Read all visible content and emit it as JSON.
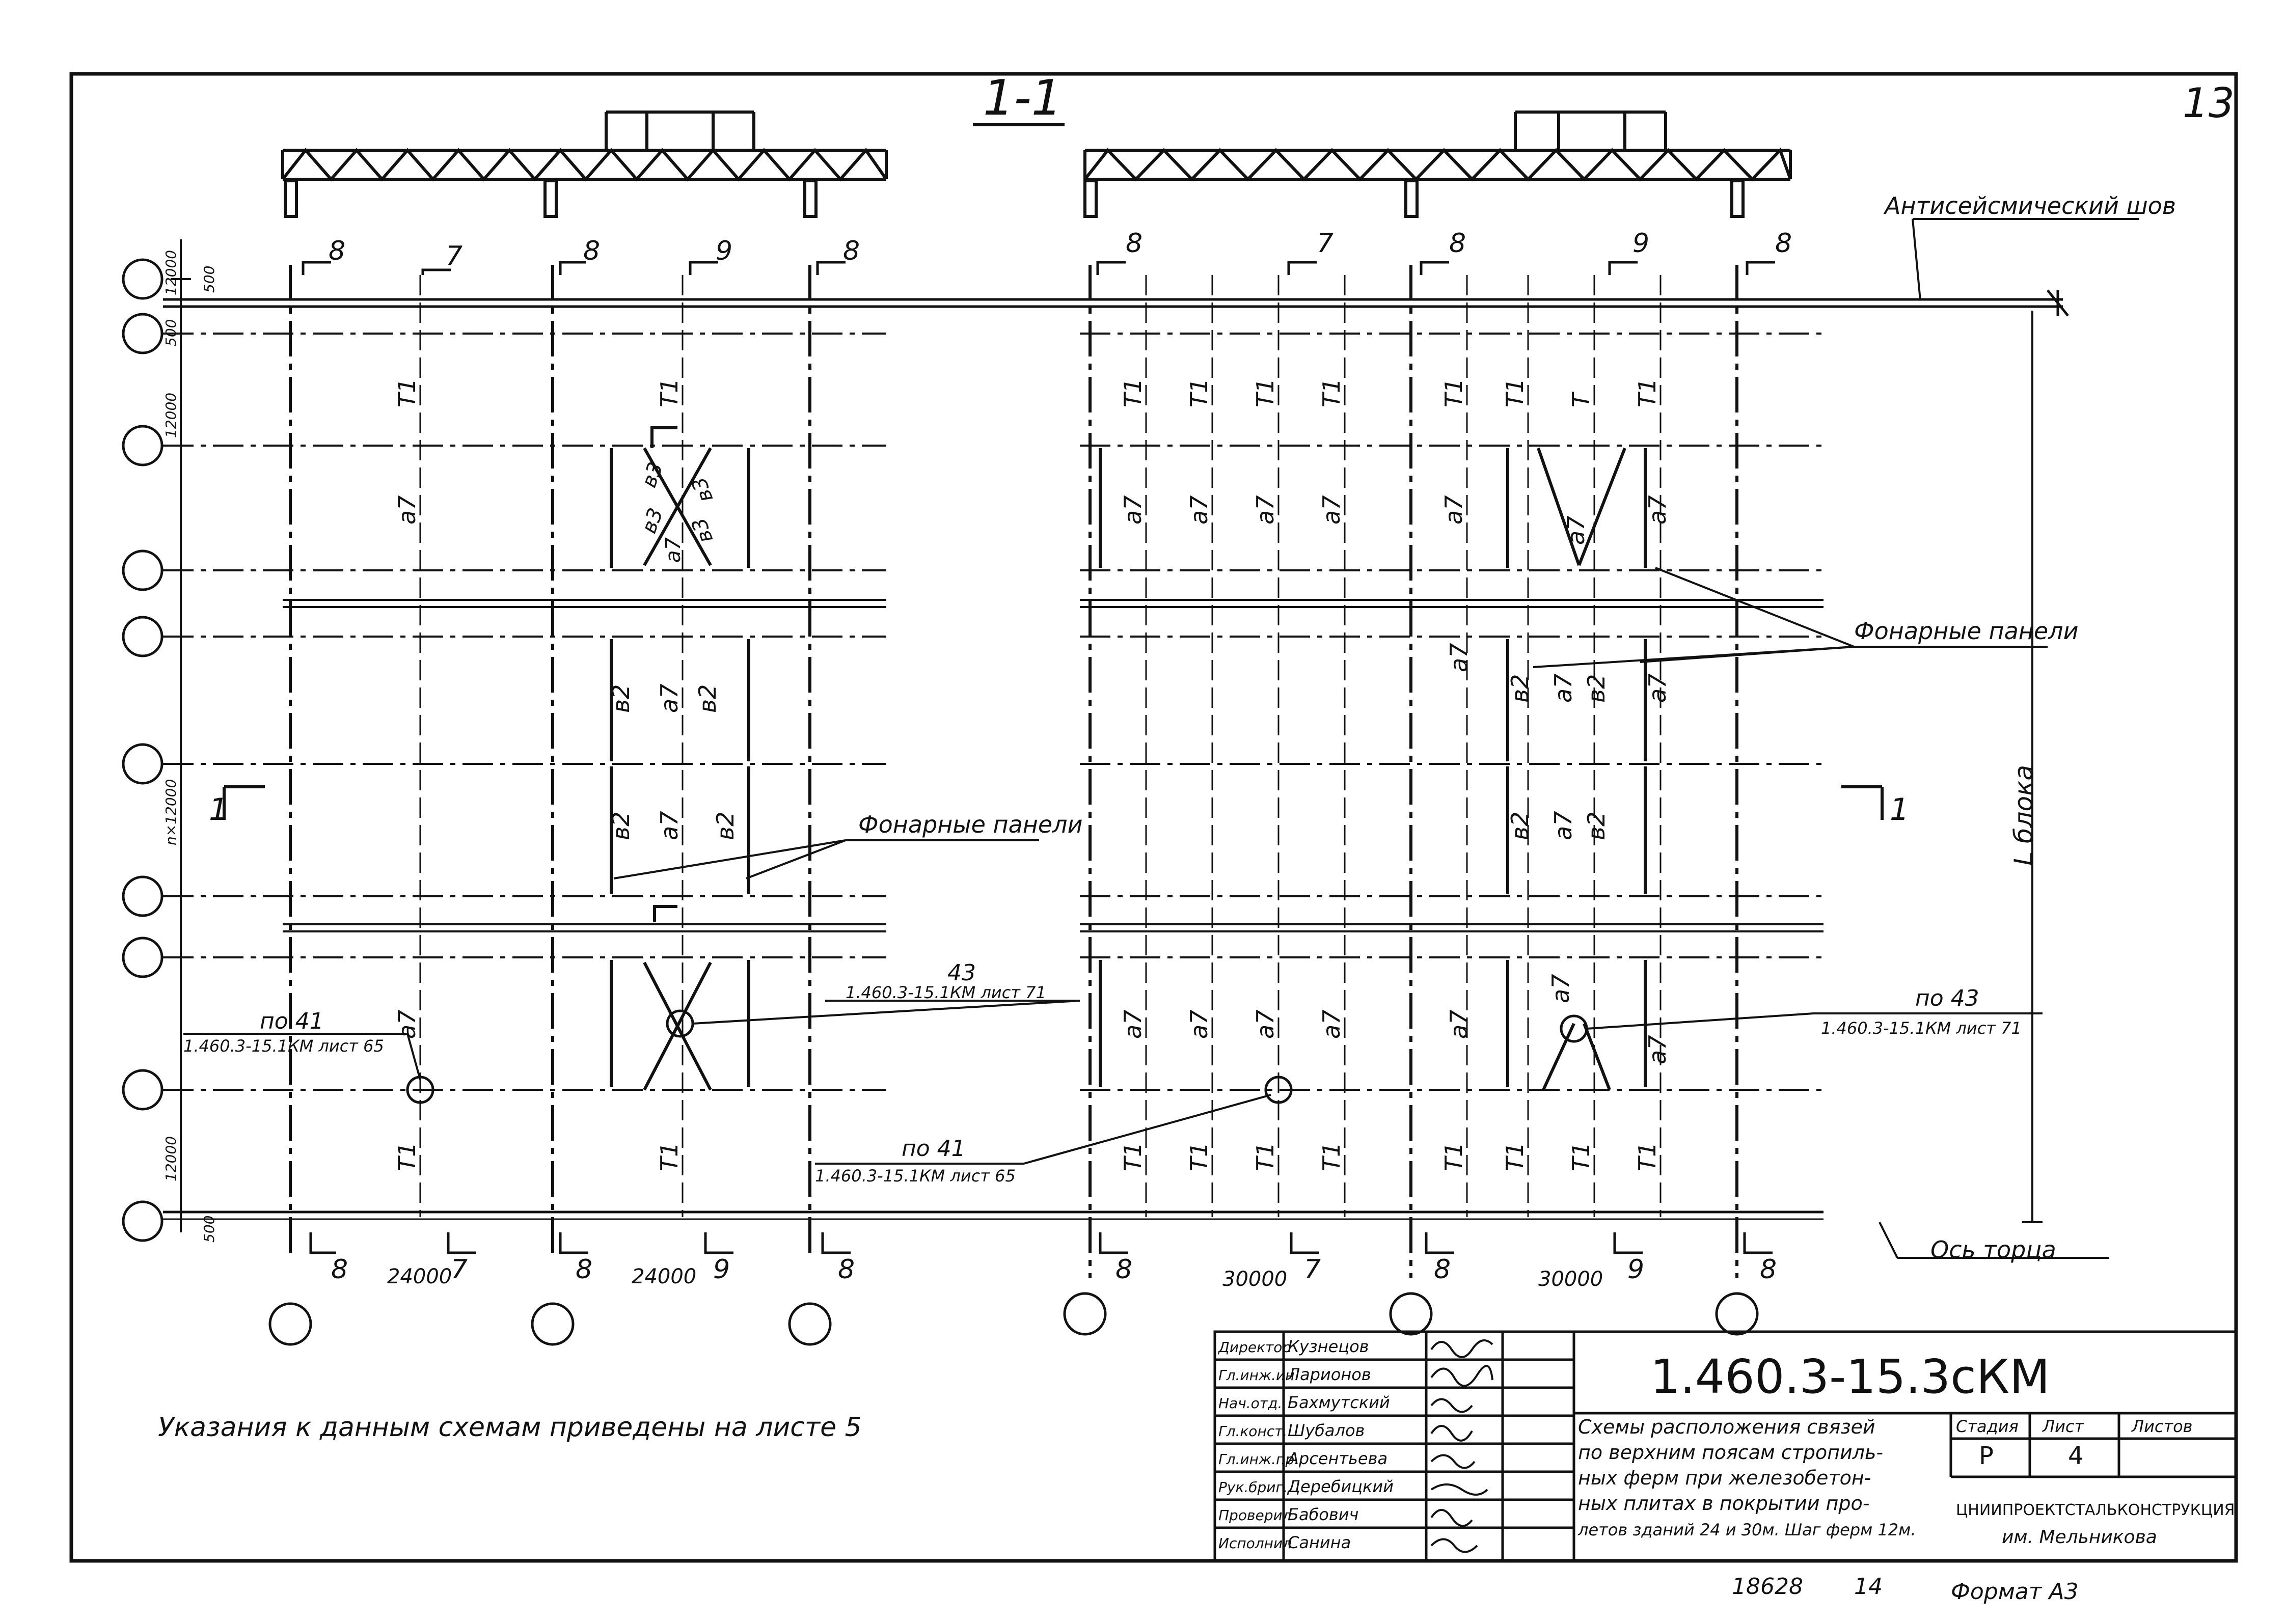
{
  "sheet_corner_number": "13",
  "section_title": "1-1",
  "labels": {
    "antiseismic_joint": "Антисейсмический шов",
    "lantern_panels_right": "Фонарные панели",
    "lantern_panels_left": "Фонарные панели",
    "block_length": "L блока",
    "end_axis": "Ось торца",
    "cut_mark": "1",
    "note": "Указания к данным схемам приведены на листе 5"
  },
  "dimensions": {
    "d500_top": "500",
    "d12000_top1": "12000",
    "d500_top2": "500",
    "d12000_top2": "12000",
    "n12000": "n×12000",
    "d12000_bot": "12000",
    "d500_bot": "500",
    "span_a": "24000",
    "span_b": "24000",
    "span_c": "30000",
    "span_d": "30000"
  },
  "section_marks_top": [
    "8",
    "7",
    "8",
    "9",
    "8",
    "8",
    "7",
    "8",
    "9",
    "8"
  ],
  "section_marks_bottom": [
    "8",
    "7",
    "8",
    "9",
    "8",
    "8",
    "7",
    "8",
    "9",
    "8"
  ],
  "member_labels": {
    "T1": "Т1",
    "T": "Т",
    "a7": "а7",
    "b2": "в2",
    "b3": "в3"
  },
  "callouts": {
    "c41_left_ref": "по 41",
    "c41_left_doc": "1.460.3-15.1КМ лист 65",
    "c43_mid_ref": "43",
    "c43_mid_doc": "1.460.3-15.1КМ лист 71",
    "c41_mid_ref": "по 41",
    "c41_mid_doc": "1.460.3-15.1КМ лист 65",
    "c43_right_ref": "по 43",
    "c43_right_doc": "1.460.3-15.1КМ лист 71"
  },
  "title_block": {
    "code": "1.460.3-15.3сКМ",
    "description": [
      "Схемы расположения связей",
      "по верхним поясам стропиль-",
      "ных ферм при железобетон-",
      "ных плитах в покрытии про-",
      "летов зданий 24 и 30м. Шаг ферм 12м."
    ],
    "stage_header": "Стадия",
    "sheet_header": "Лист",
    "sheets_header": "Листов",
    "stage": "Р",
    "sheet": "4",
    "sheets": "",
    "org_line1": "ЦНИИПРОЕКТСТАЛЬКОНСТРУКЦИЯ",
    "org_line2": "им. Мельникова",
    "staff": [
      {
        "role": "Директор",
        "name": "Кузнецов"
      },
      {
        "role": "Гл.инж.ин.",
        "name": "Ларионов"
      },
      {
        "role": "Нач.отд.",
        "name": "Бахмутский"
      },
      {
        "role": "Гл.конст.",
        "name": "Шубалов"
      },
      {
        "role": "Гл.инж.пр.",
        "name": "Арсентьева"
      },
      {
        "role": "Рук.бриг.",
        "name": "Деребицкий"
      },
      {
        "role": "Проверил",
        "name": "Бабович"
      },
      {
        "role": "Исполнил",
        "name": "Санина"
      }
    ]
  },
  "footer": {
    "inventory": "18628",
    "page": "14",
    "format": "Формат А3"
  }
}
